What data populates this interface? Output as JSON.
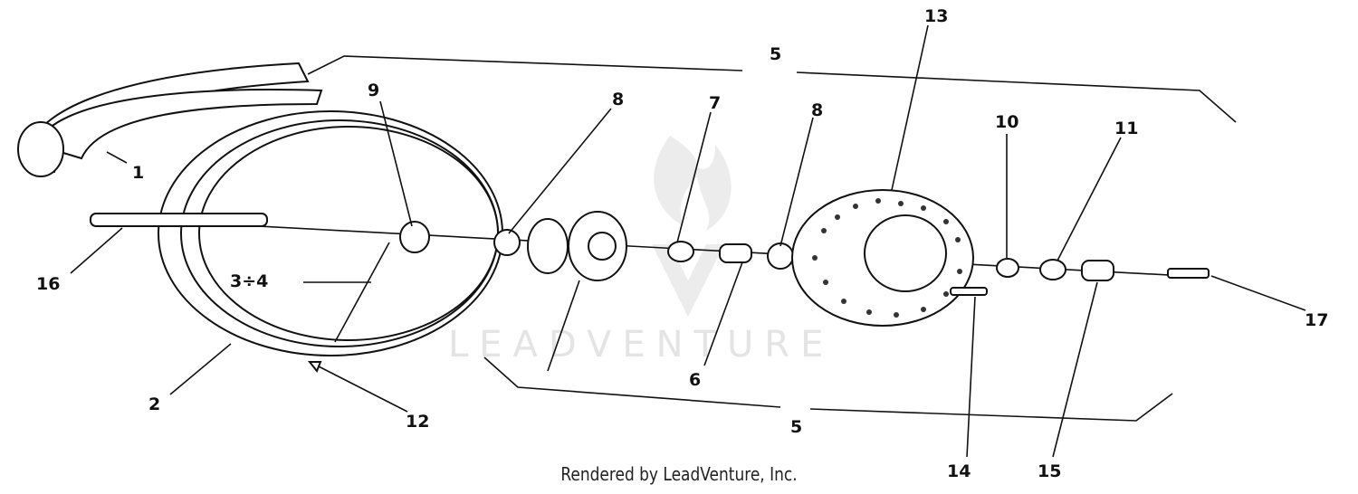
{
  "diagram": {
    "labels": {
      "l1": "1",
      "l2": "2",
      "l3_4": "3÷4",
      "l5_top": "5",
      "l5_bottom": "5",
      "l6": "6",
      "l7": "7",
      "l8_left": "8",
      "l8_right": "8",
      "l9": "9",
      "l10": "10",
      "l11": "11",
      "l12": "12",
      "l13": "13",
      "l14": "14",
      "l15": "15",
      "l16": "16",
      "l17": "17"
    },
    "watermark": "LEADVENTURE"
  },
  "footer": "Rendered by LeadVenture, Inc."
}
